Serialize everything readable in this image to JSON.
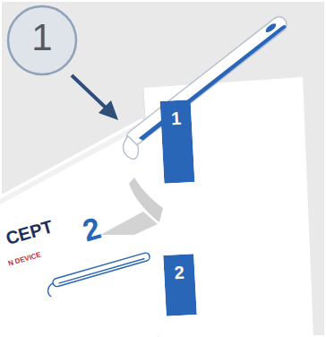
{
  "diagram": {
    "nodes": [
      {
        "text": [
          "1"
        ]
      },
      {
        "text": [
          "1"
        ]
      },
      {
        "text": [
          "2"
        ]
      }
    ],
    "labels": [
      "CEPT",
      "2",
      "N DEVICE"
    ]
  }
}
